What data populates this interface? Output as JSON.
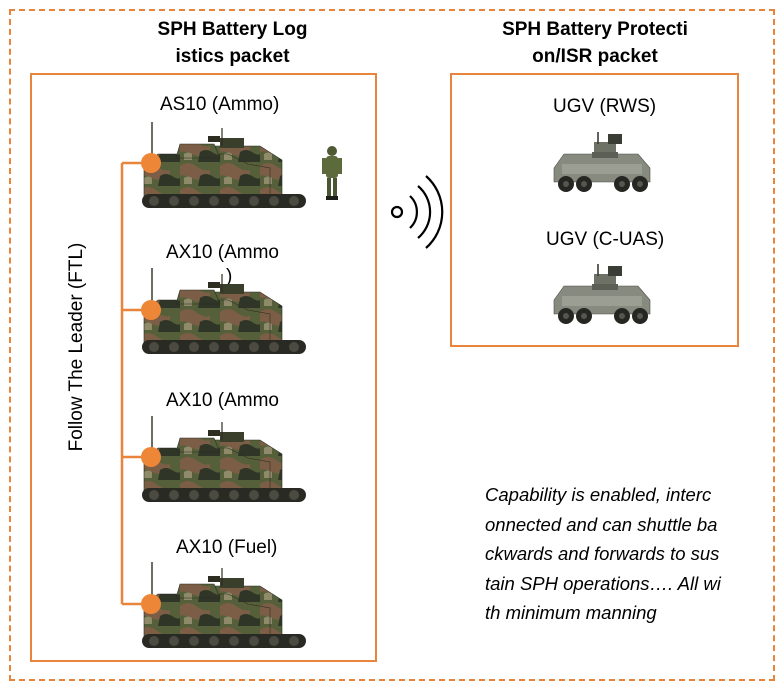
{
  "diagram": {
    "left_title_lines": [
      "SPH Battery Log",
      "istics packet"
    ],
    "right_title_lines": [
      "SPH Battery Protecti",
      "on/ISR packet"
    ],
    "follow_label": "Follow The Leader (FTL)",
    "vehicles": [
      {
        "label": "AS10 (Ammo)"
      },
      {
        "label": "AX10 (Ammo"
      },
      {
        "label": "AX10 (Ammo"
      },
      {
        "label": "AX10 (Fuel)"
      }
    ],
    "vehicle_fragments": [
      ")"
    ],
    "ugvs": [
      {
        "label": "UGV (RWS)"
      },
      {
        "label": "UGV (C-UAS)"
      }
    ],
    "note_lines": [
      "Capability is enabled, interc",
      "onnected and can shuttle ba",
      "ckwards and forwards to sus",
      "tain SPH operations…. All wi",
      "th minimum manning"
    ],
    "colors": {
      "accent": "#E8843C",
      "camo_green": "#4E5A35",
      "camo_brown": "#7B5E45",
      "ugv_grey": "#7F8378"
    }
  }
}
